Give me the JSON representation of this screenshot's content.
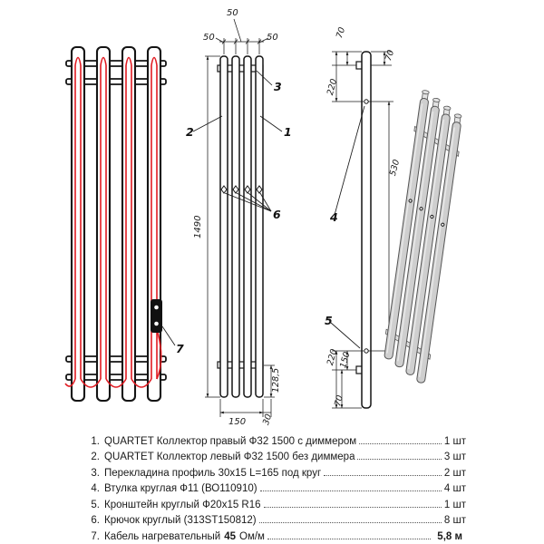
{
  "drawing": {
    "front_dims": {
      "top_50_a": "50",
      "top_50_b": "50",
      "top_50_c": "50",
      "height": "1490",
      "bottom_150": "150",
      "bottom_30": "30",
      "bottom_128": "128,5"
    },
    "side_dims": {
      "top_70": "70",
      "top_right_70": "70",
      "upper_220": "220",
      "mid_530": "530",
      "lower_220": "220",
      "lower_150": "150",
      "bottom_70": "70"
    },
    "callouts": {
      "c1": "1",
      "c2": "2",
      "c3": "3",
      "c4": "4",
      "c5": "5",
      "c6": "6",
      "c7": "7"
    }
  },
  "parts_list": {
    "items": [
      {
        "num": "1.",
        "text": "QUARTET Коллектор правый Ф32 1500 с диммером",
        "qty": "1 шт"
      },
      {
        "num": "2.",
        "text": "QUARTET Коллектор левый Ф32 1500 без диммера",
        "qty": "3 шт"
      },
      {
        "num": "3.",
        "text": "Перекладина профиль 30x15 L=165 под круг",
        "qty": "2 шт"
      },
      {
        "num": "4.",
        "text": "Втулка круглая Ф11 (ВО110910)",
        "qty": "4 шт"
      },
      {
        "num": "5.",
        "text": "Кронштейн круглый Ф20x15 R16",
        "qty": "1 шт"
      },
      {
        "num": "6.",
        "text": "Крючок круглый (313ST150812)",
        "qty": "8 шт"
      },
      {
        "num": "7.",
        "text_pre": "Кабель нагревательный",
        "text_bold": "45",
        "text_post": "Ом/м",
        "qty": "5,8 м"
      }
    ]
  },
  "colors": {
    "line": "#1a1a1a",
    "cable": "#e11b22",
    "metal_3d": "#cfcfcf"
  }
}
